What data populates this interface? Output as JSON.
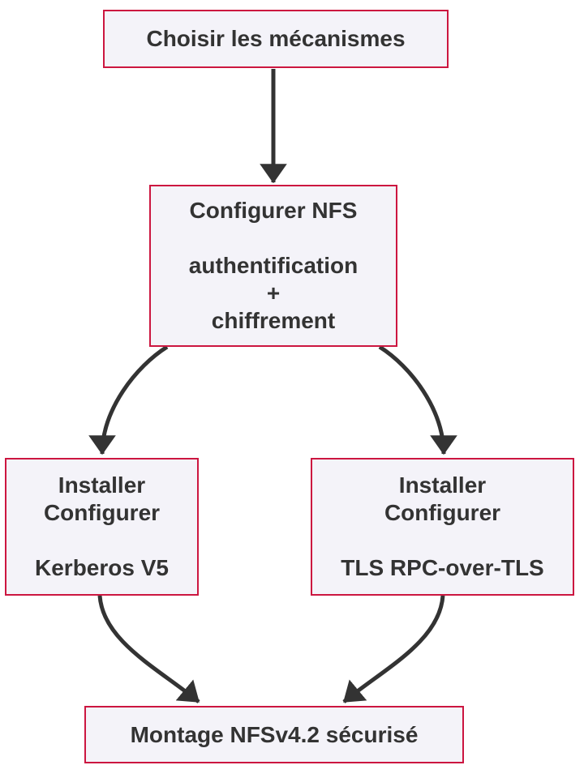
{
  "diagram": {
    "type": "flowchart",
    "direction": "top-down",
    "colors": {
      "node_fill": "#f4f3f9",
      "node_border": "#cc1640",
      "text": "#333333",
      "arrow": "#333333",
      "background": "#ffffff"
    },
    "nodes": [
      {
        "id": "choisir",
        "lines": [
          "Choisir les mécanismes"
        ]
      },
      {
        "id": "configurer-nfs",
        "lines": [
          "Configurer NFS",
          "",
          "authentification",
          "+",
          "chiffrement"
        ]
      },
      {
        "id": "kerberos",
        "lines": [
          "Installer",
          "Configurer",
          "",
          "Kerberos V5"
        ]
      },
      {
        "id": "tls",
        "lines": [
          "Installer",
          "Configurer",
          "",
          "TLS RPC-over-TLS"
        ]
      },
      {
        "id": "montage",
        "lines": [
          "Montage NFSv4.2 sécurisé"
        ]
      }
    ],
    "edges": [
      {
        "from": "choisir",
        "to": "configurer-nfs"
      },
      {
        "from": "configurer-nfs",
        "to": "kerberos"
      },
      {
        "from": "configurer-nfs",
        "to": "tls"
      },
      {
        "from": "kerberos",
        "to": "montage"
      },
      {
        "from": "tls",
        "to": "montage"
      }
    ]
  }
}
